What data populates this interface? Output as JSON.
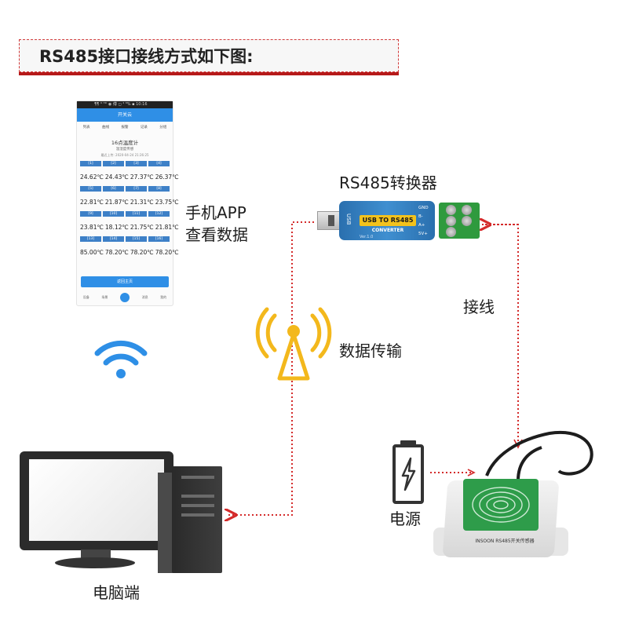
{
  "header": {
    "title": "RS485接口接线方式如下图:"
  },
  "labels": {
    "phone_app": [
      "手机APP",
      "查看数据"
    ],
    "converter": "RS485转换器",
    "wiring": "接线",
    "data_transfer": "数据传输",
    "power": "电源",
    "computer": "电脑端"
  },
  "phone": {
    "status_text": "¶¶ ⁶ ᴴᴰ ◉ 傅 ◻ ⁴ ⁸% ▪ 10:16",
    "app_title": "开关云",
    "toolbar": [
      "列表",
      "曲线",
      "报警",
      "记录",
      "分组"
    ],
    "page_title": "16点温度计",
    "subtitle": "温湿度传感",
    "timestamp": "最近上传: 2020-04-24 21:26:25",
    "rows": [
      {
        "headers": [
          "[1]",
          "[2]",
          "[3]",
          "[4]"
        ],
        "values": [
          "24.62℃",
          "24.43℃",
          "27.37℃",
          "26.37℃"
        ]
      },
      {
        "headers": [
          "[5]",
          "[6]",
          "[7]",
          "[8]"
        ],
        "values": [
          "22.81℃",
          "21.87℃",
          "21.31℃",
          "23.75℃"
        ]
      },
      {
        "headers": [
          "[9]",
          "[10]",
          "[11]",
          "[12]"
        ],
        "values": [
          "23.81℃",
          "18.12℃",
          "21.75℃",
          "21.81℃"
        ]
      },
      {
        "headers": [
          "[13]",
          "[14]",
          "[15]",
          "[16]"
        ],
        "values": [
          "85.00℃",
          "78.20℃",
          "78.20℃",
          "78.20℃"
        ]
      }
    ],
    "button": "返回主页",
    "nav": [
      "设备",
      "场景",
      "",
      "消息",
      "我的"
    ]
  },
  "converter": {
    "badge": "USB TO RS485",
    "sub": "CONVERTER",
    "usb": "USB",
    "version": "Ver.1.0",
    "pins": [
      "GND",
      "B-",
      "A+",
      "5V+"
    ]
  },
  "sensor": {
    "label": "INSOON RS485开关传感器"
  },
  "colors": {
    "header_red": "#b61a1a",
    "dotted_line": "#d42b2b",
    "signal_yellow": "#f3b81c",
    "wifi_blue": "#2e8fe6"
  }
}
